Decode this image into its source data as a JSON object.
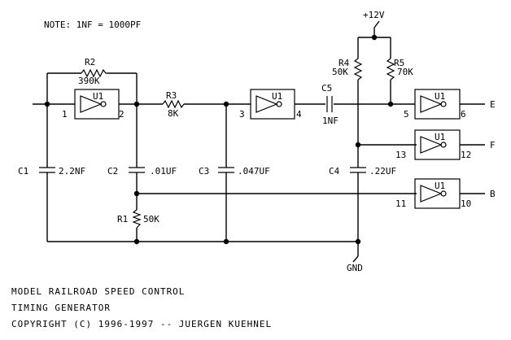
{
  "note": "NOTE: 1NF = 1000PF",
  "supply_label": "+12V",
  "ground_label": "GND",
  "components": {
    "R2": {
      "ref": "R2",
      "value": "390K"
    },
    "R3": {
      "ref": "R3",
      "value": "8K"
    },
    "R4": {
      "ref": "R4",
      "value": "50K"
    },
    "R5": {
      "ref": "R5",
      "value": "70K"
    },
    "R1": {
      "ref": "R1",
      "value": "50K"
    },
    "C1": {
      "ref": "C1",
      "value": "2.2NF"
    },
    "C2": {
      "ref": "C2",
      "value": ".01UF"
    },
    "C3": {
      "ref": "C3",
      "value": ".047UF"
    },
    "C4": {
      "ref": "C4",
      "value": ".22UF"
    },
    "C5": {
      "ref": "C5",
      "value": "1NF"
    }
  },
  "gates": [
    {
      "ref": "U1",
      "in_pin": "1",
      "out_pin": "2"
    },
    {
      "ref": "U1",
      "in_pin": "3",
      "out_pin": "4"
    },
    {
      "ref": "U1",
      "in_pin": "5",
      "out_pin": "6"
    },
    {
      "ref": "U1",
      "in_pin": "13",
      "out_pin": "12"
    },
    {
      "ref": "U1",
      "in_pin": "11",
      "out_pin": "10"
    }
  ],
  "outputs": [
    "E",
    "F",
    "B"
  ],
  "title_lines": [
    "MODEL RAILROAD SPEED CONTROL",
    "TIMING GENERATOR",
    "COPYRIGHT (C) 1996-1997 -- JUERGEN KUEHNEL"
  ]
}
